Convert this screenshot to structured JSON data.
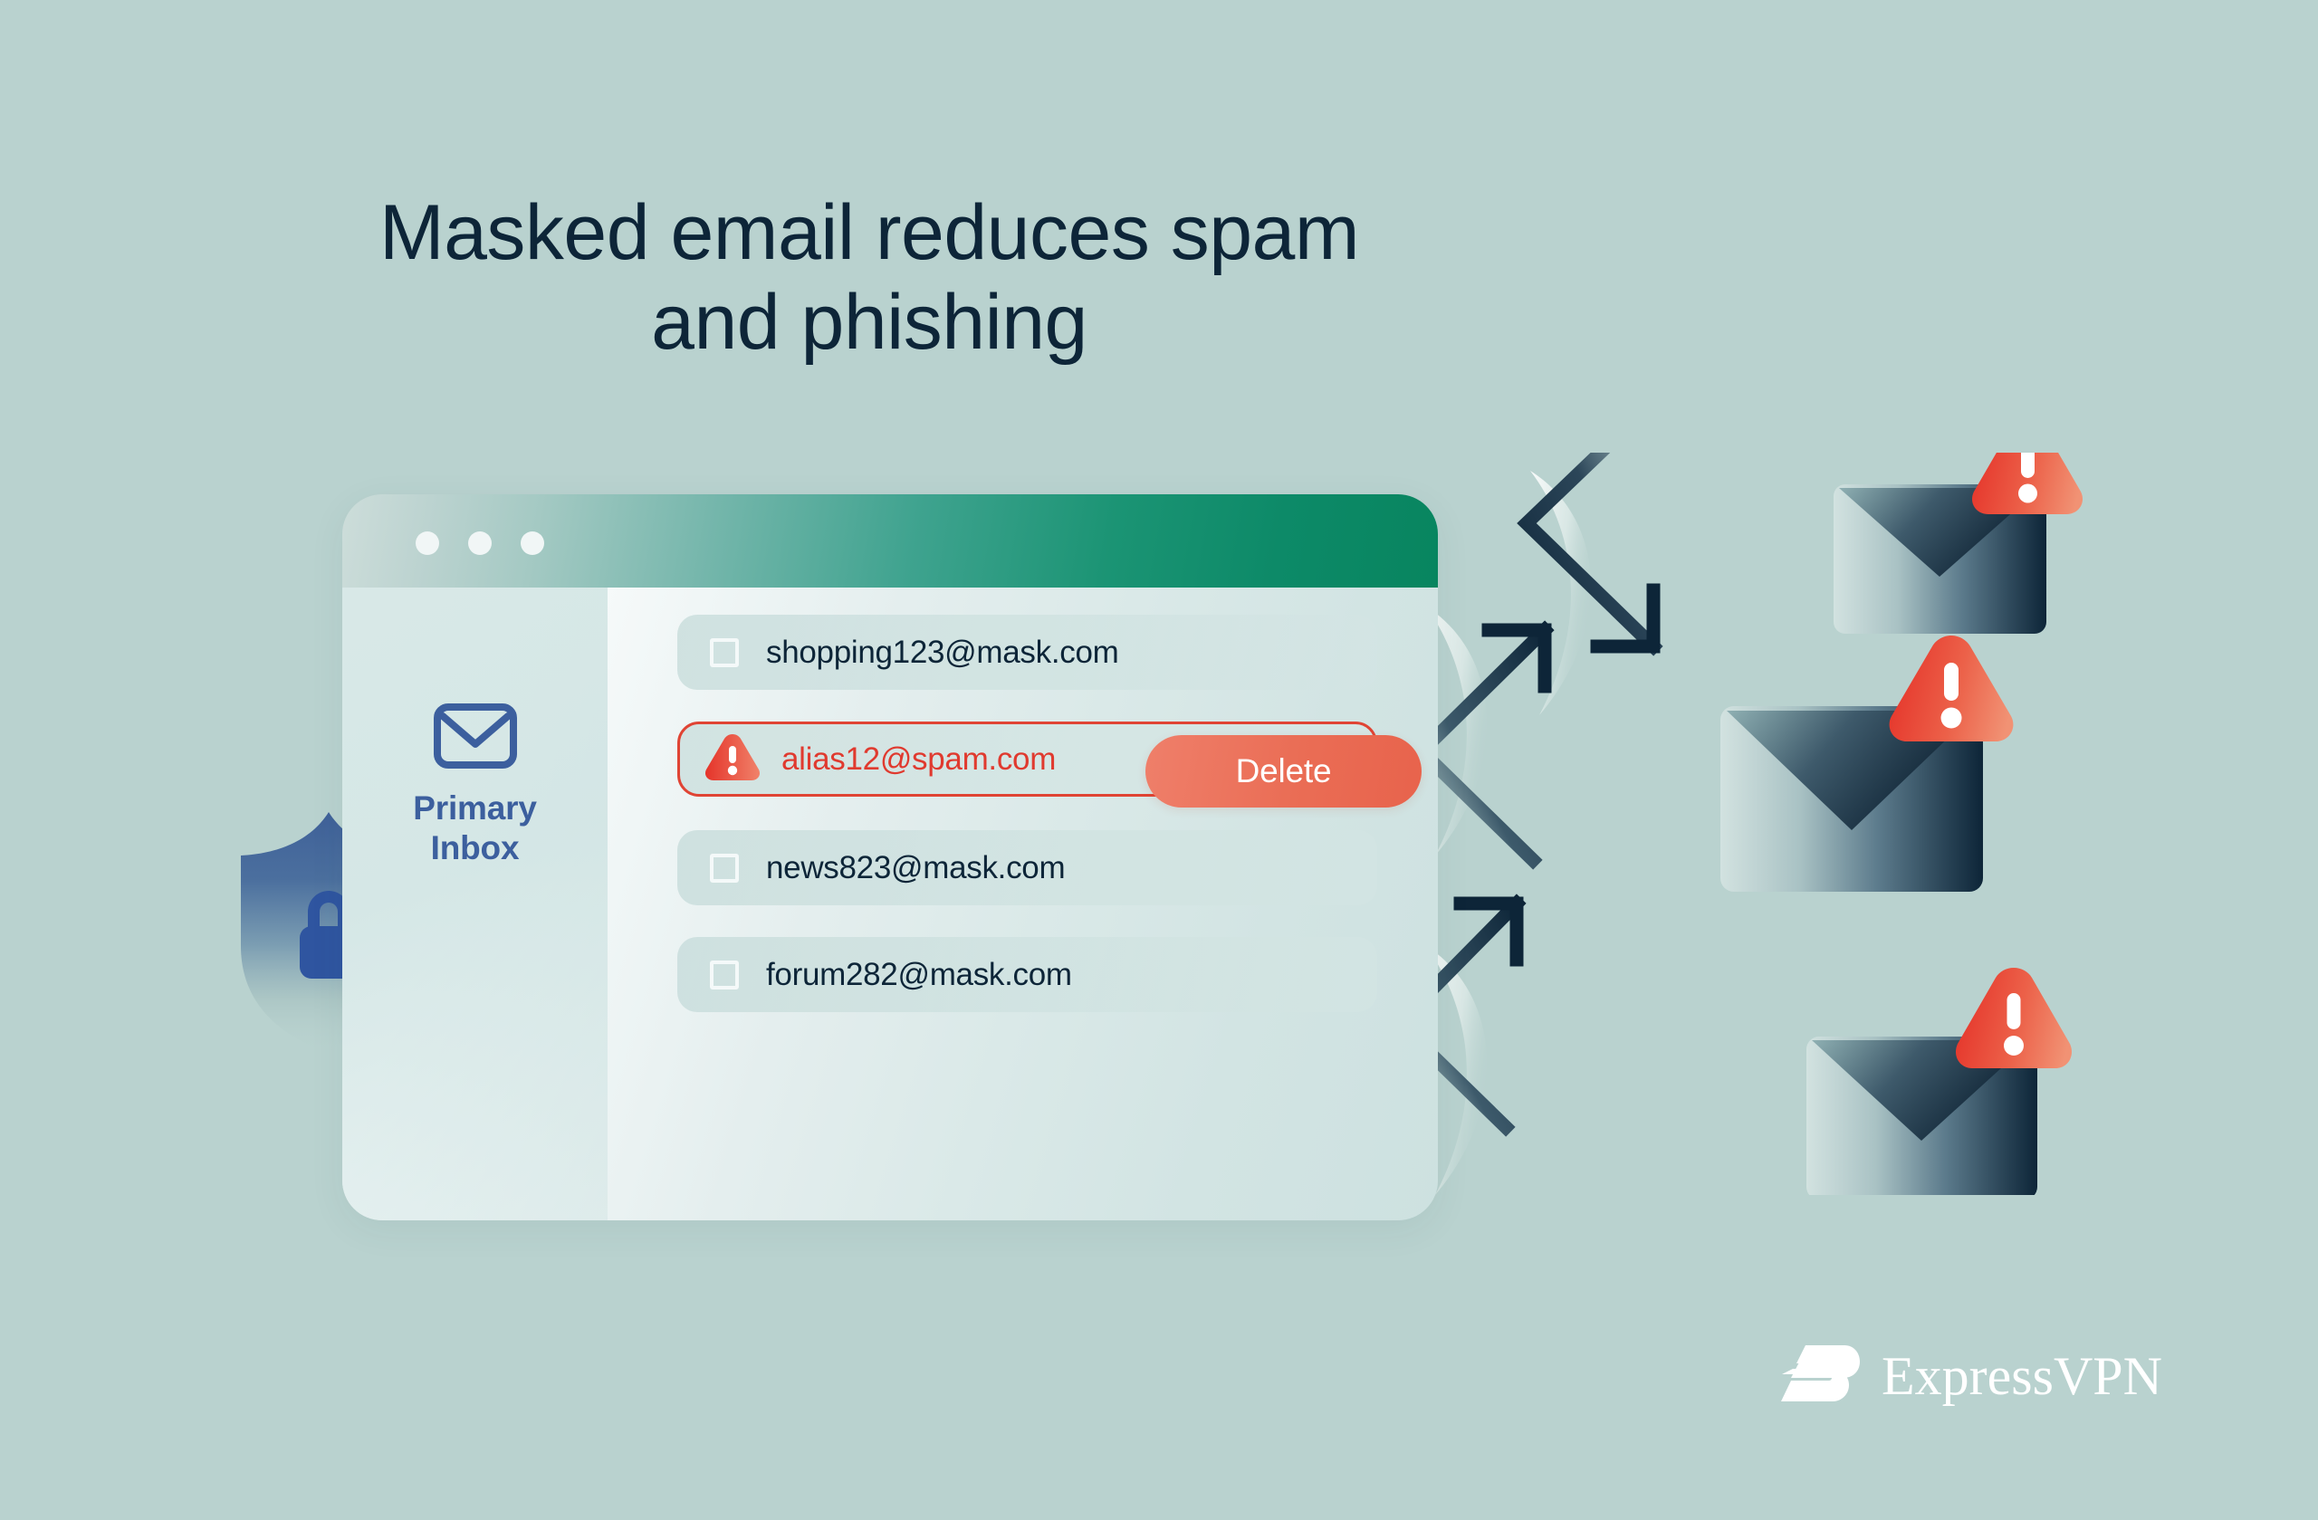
{
  "background_color": "#b9d2cf",
  "title": "Masked email reduces spam\nand phishing",
  "window": {
    "titlebar": {
      "dots": [
        "window-dot-1",
        "window-dot-2",
        "window-dot-3"
      ],
      "gradient_from": "#cdddda",
      "gradient_to": "#08855f"
    },
    "sidebar": {
      "icon": "envelope-icon",
      "label": "Primary\nInbox",
      "label_color": "#3c5f9e"
    },
    "emails": [
      {
        "address": "shopping123@mask.com",
        "flagged": false,
        "icon": "checkbox-unchecked"
      },
      {
        "address": "alias12@spam.com",
        "flagged": true,
        "icon": "warning-triangle-icon"
      },
      {
        "address": "news823@mask.com",
        "flagged": false,
        "icon": "checkbox-unchecked"
      },
      {
        "address": "forum282@mask.com",
        "flagged": false,
        "icon": "checkbox-unchecked"
      }
    ],
    "delete_button": {
      "label": "Delete",
      "color": "#ea6d55",
      "text_color": "#ffffff"
    }
  },
  "shield": {
    "icon": "shield-with-padlock-icon",
    "color": "#3c5f9e"
  },
  "diagram": {
    "arrows": [
      {
        "name": "arrow-bend-top",
        "direction": "down-right"
      },
      {
        "name": "arrow-bend-middle",
        "direction": "up-right"
      },
      {
        "name": "arrow-bend-bottom",
        "direction": "up-right"
      }
    ],
    "spam_envelopes": [
      {
        "name": "spam-envelope-1",
        "badge": "warning-triangle-icon"
      },
      {
        "name": "spam-envelope-2",
        "badge": "warning-triangle-icon"
      },
      {
        "name": "spam-envelope-3",
        "badge": "warning-triangle-icon"
      }
    ],
    "warning_color": "#ef5a43",
    "envelope_gradient_from": "#cfe0de",
    "envelope_gradient_to": "#0d2538"
  },
  "logo": {
    "mark": "expressvpn-logo-mark",
    "text": "ExpressVPN",
    "color": "#ffffff"
  }
}
